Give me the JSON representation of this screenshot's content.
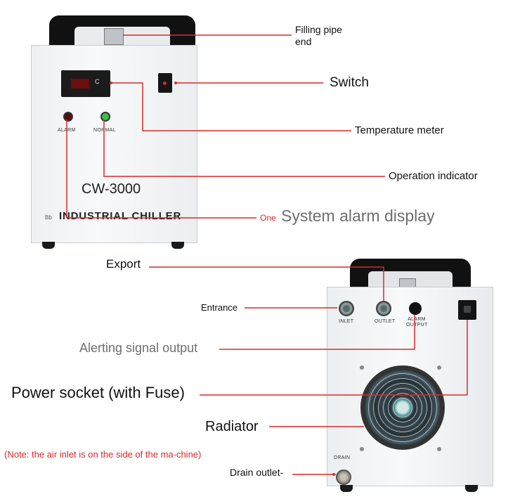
{
  "colors": {
    "line": "#d92a2a",
    "body": "#f2f3f4",
    "handle": "#111111",
    "grey_label": "#6e6e6e"
  },
  "front_unit": {
    "panel_labels": {
      "alarm": "ALARM",
      "normal": "NORMAL",
      "meter_unit": "C"
    },
    "model": "CW-3000",
    "brand": "INDUSTRIAL CHILLER",
    "brand_prefix": "Bb"
  },
  "rear_unit": {
    "panel_labels": {
      "inlet": "INLET",
      "outlet": "OUTLET",
      "alarm_output": "ALARM OUTPUT",
      "drain": "DRAIN"
    }
  },
  "callouts": {
    "filling_pipe": "Filling pipe end",
    "switch": "Switch",
    "temperature_meter": "Temperature meter",
    "operation_indicator": "Operation indicator",
    "system_alarm_prefix": "One",
    "system_alarm": "System alarm display",
    "export": "Export",
    "entrance": "Entrance",
    "alerting_signal": "Alerting signal output",
    "power_socket": "Power socket (with Fuse)",
    "radiator": "Radiator",
    "drain_outlet": "Drain outlet-"
  },
  "note": "(Note: the air inlet is on the side of the ma-chine)"
}
